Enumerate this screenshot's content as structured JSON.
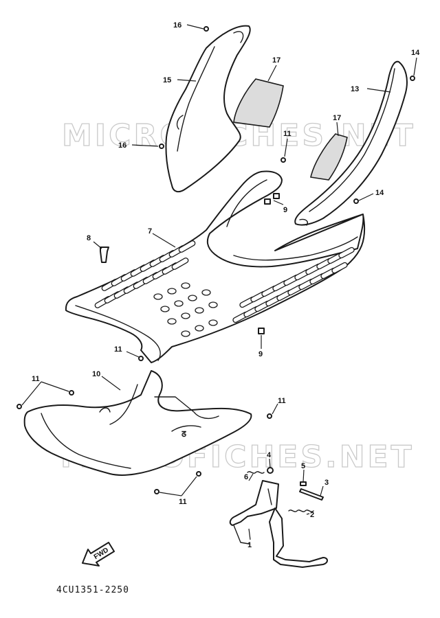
{
  "watermark": "MICROFICHES.NET",
  "drawing_code": "4CU1351-2250",
  "forward_label": "FWD",
  "callouts": {
    "c1": "1",
    "c2": "2",
    "c3": "3",
    "c4": "4",
    "c5": "5",
    "c6": "6",
    "c7": "7",
    "c8": "8",
    "c9a": "9",
    "c9b": "9",
    "c10": "10",
    "c11a": "11",
    "c11b": "11",
    "c11c": "11",
    "c11d": "11",
    "c11e": "11",
    "c13": "13",
    "c14a": "14",
    "c14b": "14",
    "c15": "15",
    "c16a": "16",
    "c16b": "16",
    "c17a": "17",
    "c17b": "17"
  }
}
